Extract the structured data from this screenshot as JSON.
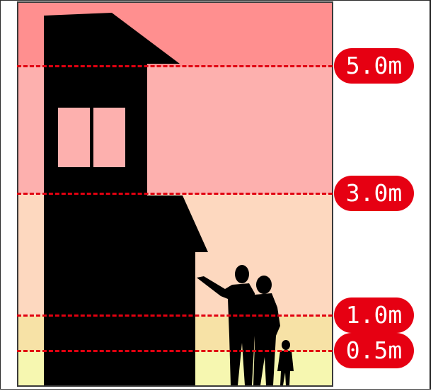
{
  "colors": {
    "zone_above_5m": "#ff8f8f",
    "zone_3m_to_5m": "#fdb0ae",
    "zone_1m_to_3m": "#fdd8bf",
    "zone_05m_to_1m": "#f7e2a6",
    "zone_below_05m": "#f6f7b0",
    "line": "#e10010",
    "badge": "#e60012",
    "silhouette": "#000000"
  },
  "levels": [
    {
      "label": "5.0m"
    },
    {
      "label": "3.0m"
    },
    {
      "label": "1.0m"
    },
    {
      "label": "0.5m"
    }
  ]
}
